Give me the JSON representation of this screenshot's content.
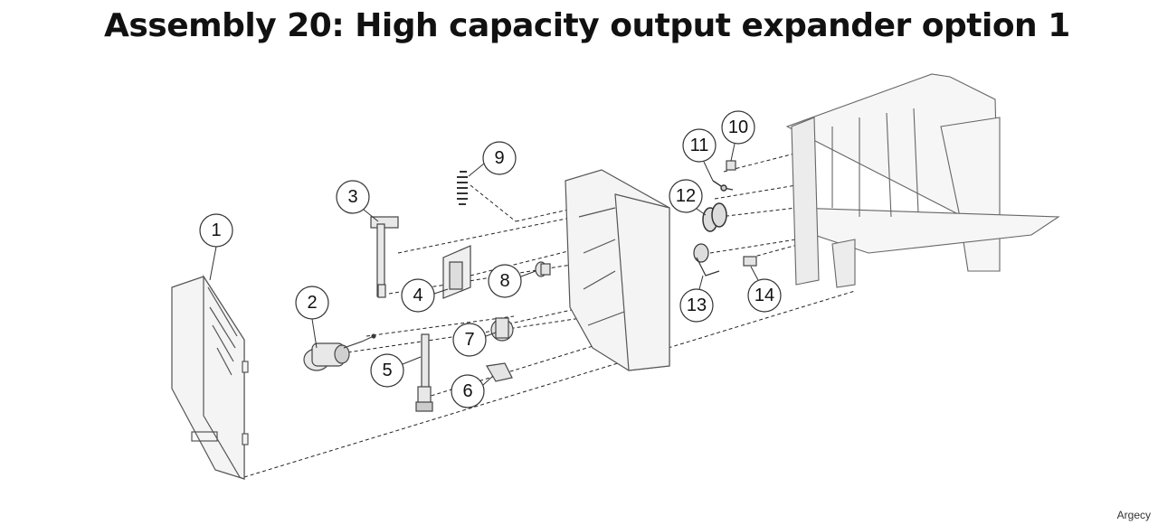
{
  "title": "Assembly 20: High capacity output expander option 1",
  "watermark": "Argecy",
  "callouts": [
    "1",
    "2",
    "3",
    "4",
    "5",
    "6",
    "7",
    "8",
    "9",
    "10",
    "11",
    "12",
    "13",
    "14"
  ],
  "colors": {
    "line": "#222222",
    "part_fill": "#f4f4f4",
    "part_stroke": "#555555"
  }
}
